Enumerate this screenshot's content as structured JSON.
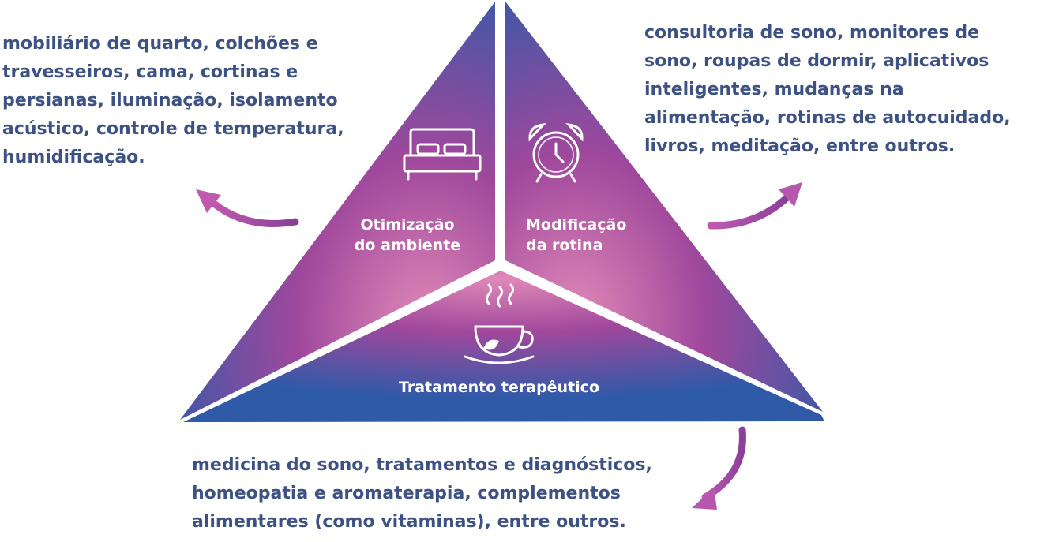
{
  "segments": {
    "environment": {
      "label_line1": "Otimização",
      "label_line2": "do ambiente",
      "icon": "bed-icon",
      "description": "mobiliário de quarto, colchões e\ntravesseiros, cama, cortinas e\npersianas, iluminação, isolamento\nacústico, controle de temperatura,\nhumidificação."
    },
    "routine": {
      "label_line1": "Modificação",
      "label_line2": "da rotina",
      "icon": "alarm-clock-icon",
      "description": "consultoria de sono, monitores de\nsono, roupas de dormir, aplicativos\ninteligentes, mudanças na\nalimentação, rotinas de autocuidado,\nlivros, meditação, entre outros."
    },
    "therapy": {
      "label": "Tratamento terapêutico",
      "icon": "tea-cup-icon",
      "description": "medicina do sono, tratamentos e diagnósticos,\nhomeopatia e aromaterapia, complementos\nalimentares (como vitaminas), entre outros."
    }
  },
  "colors": {
    "text": "#3c5184",
    "blue": "#2f5aa8",
    "purple": "#a0489c",
    "pink": "#e08ab8"
  }
}
